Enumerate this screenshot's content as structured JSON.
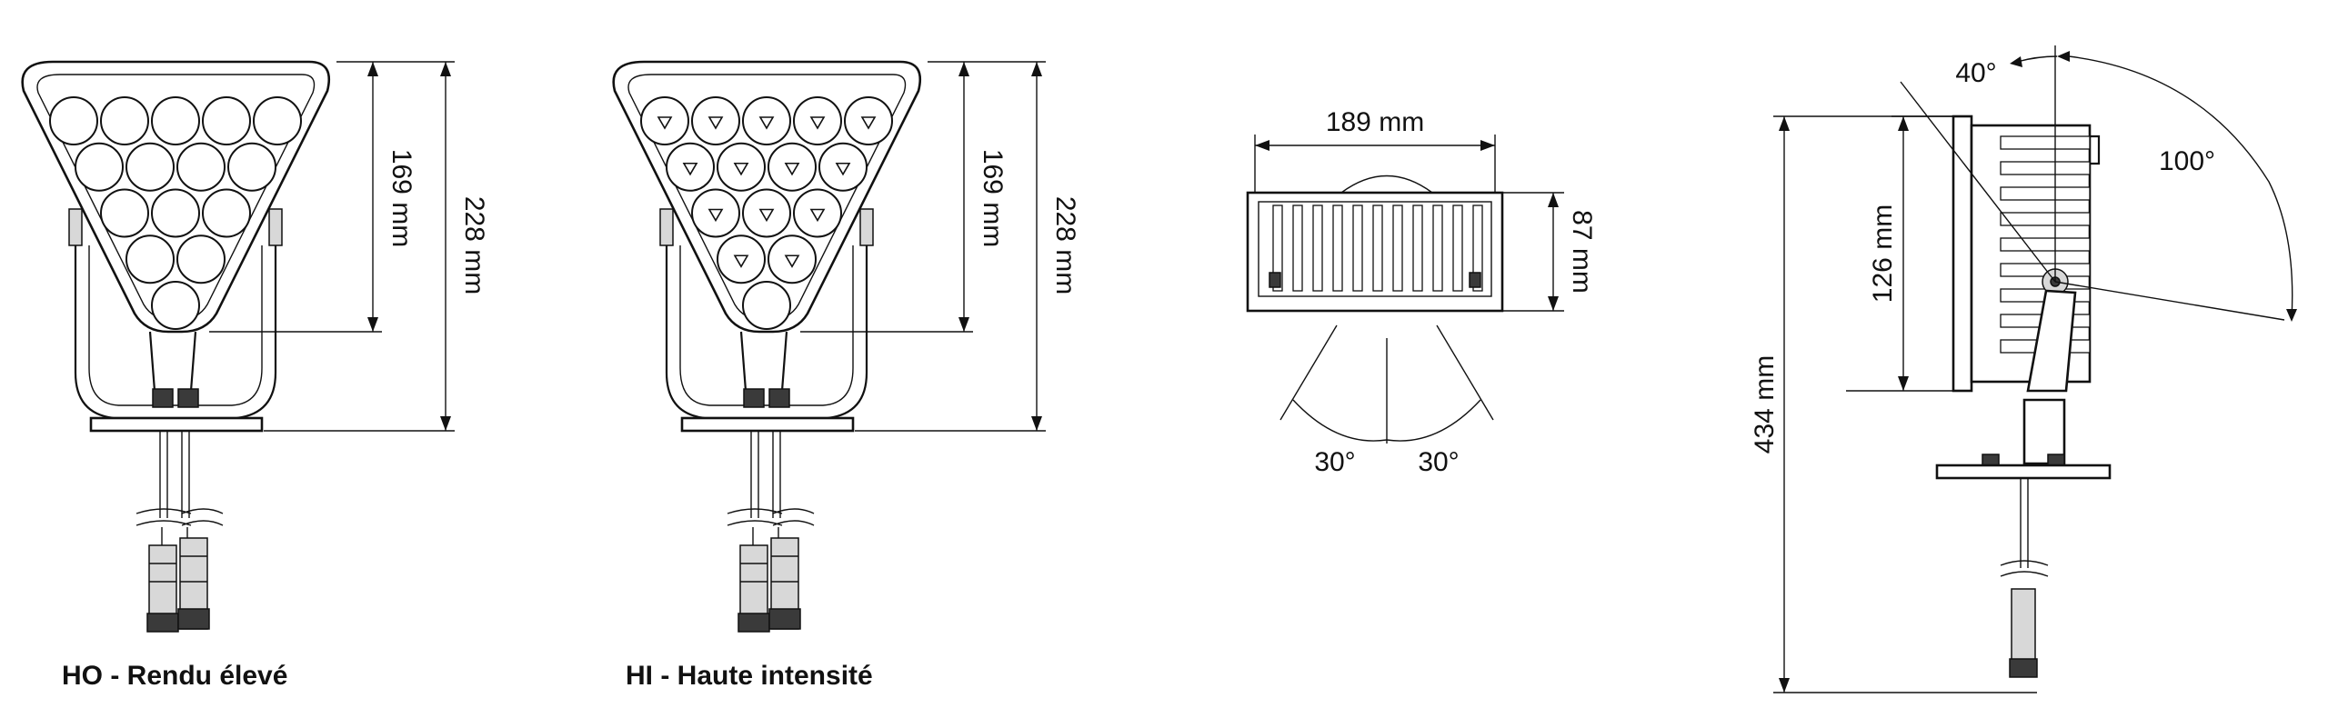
{
  "captions": {
    "ho": "HO - Rendu élevé",
    "hi": "HI - Haute intensité"
  },
  "dimensions": {
    "front_inner_height": "169 mm",
    "front_total_height": "228 mm",
    "top_width": "189 mm",
    "top_depth": "87 mm",
    "beam_left": "30°",
    "beam_right": "30°",
    "side_height": "126 mm",
    "side_total": "434 mm",
    "tilt_up": "40°",
    "tilt_down": "100°"
  },
  "views": {
    "ho_led_count": 15,
    "hi_led_count": 15
  }
}
